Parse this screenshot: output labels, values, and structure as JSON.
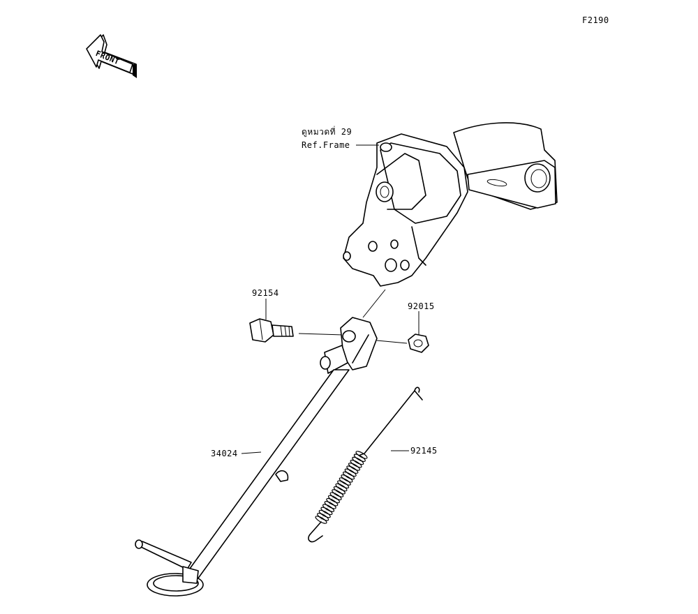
{
  "diagram_code": "F2190",
  "front_arrow": {
    "text": "FRONT"
  },
  "reference": {
    "thai": "ดูหมวดที่ 29",
    "english": "Ref.Frame"
  },
  "parts": [
    {
      "number": "92154",
      "name": "bolt"
    },
    {
      "number": "92015",
      "name": "nut"
    },
    {
      "number": "34024",
      "name": "side-stand"
    },
    {
      "number": "92145",
      "name": "spring"
    }
  ]
}
